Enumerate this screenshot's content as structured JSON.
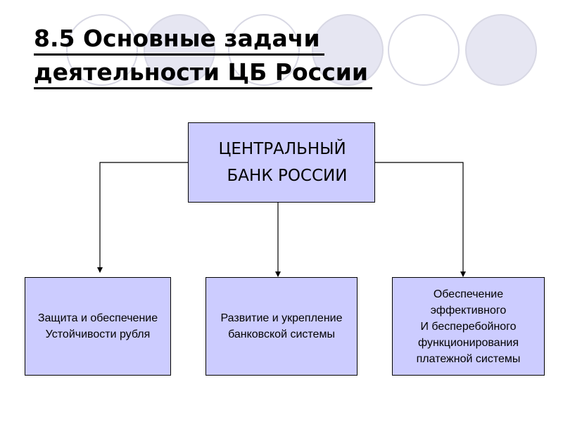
{
  "title": {
    "line1": "8.5 Основные задачи",
    "line2": "деятельности ЦБ России"
  },
  "colors": {
    "box_fill": "#ccccff",
    "decor_circle_fill": "#e6e6f2",
    "decor_circle_stroke": "#d8d8e4",
    "text": "#000000",
    "connector": "#000000"
  },
  "diagram": {
    "root": {
      "lines": [
        "ЦЕНТРАЛЬНЫЙ",
        "БАНК РОССИИ"
      ]
    },
    "children": [
      {
        "lines": [
          "Защита и обеспечение",
          "Устойчивости рубля"
        ]
      },
      {
        "lines": [
          "Развитие и укрепление",
          "банковской системы"
        ]
      },
      {
        "lines": [
          "Обеспечение",
          "эффективного",
          "И бесперебойного",
          "функционирования",
          "платежной системы"
        ]
      }
    ]
  }
}
